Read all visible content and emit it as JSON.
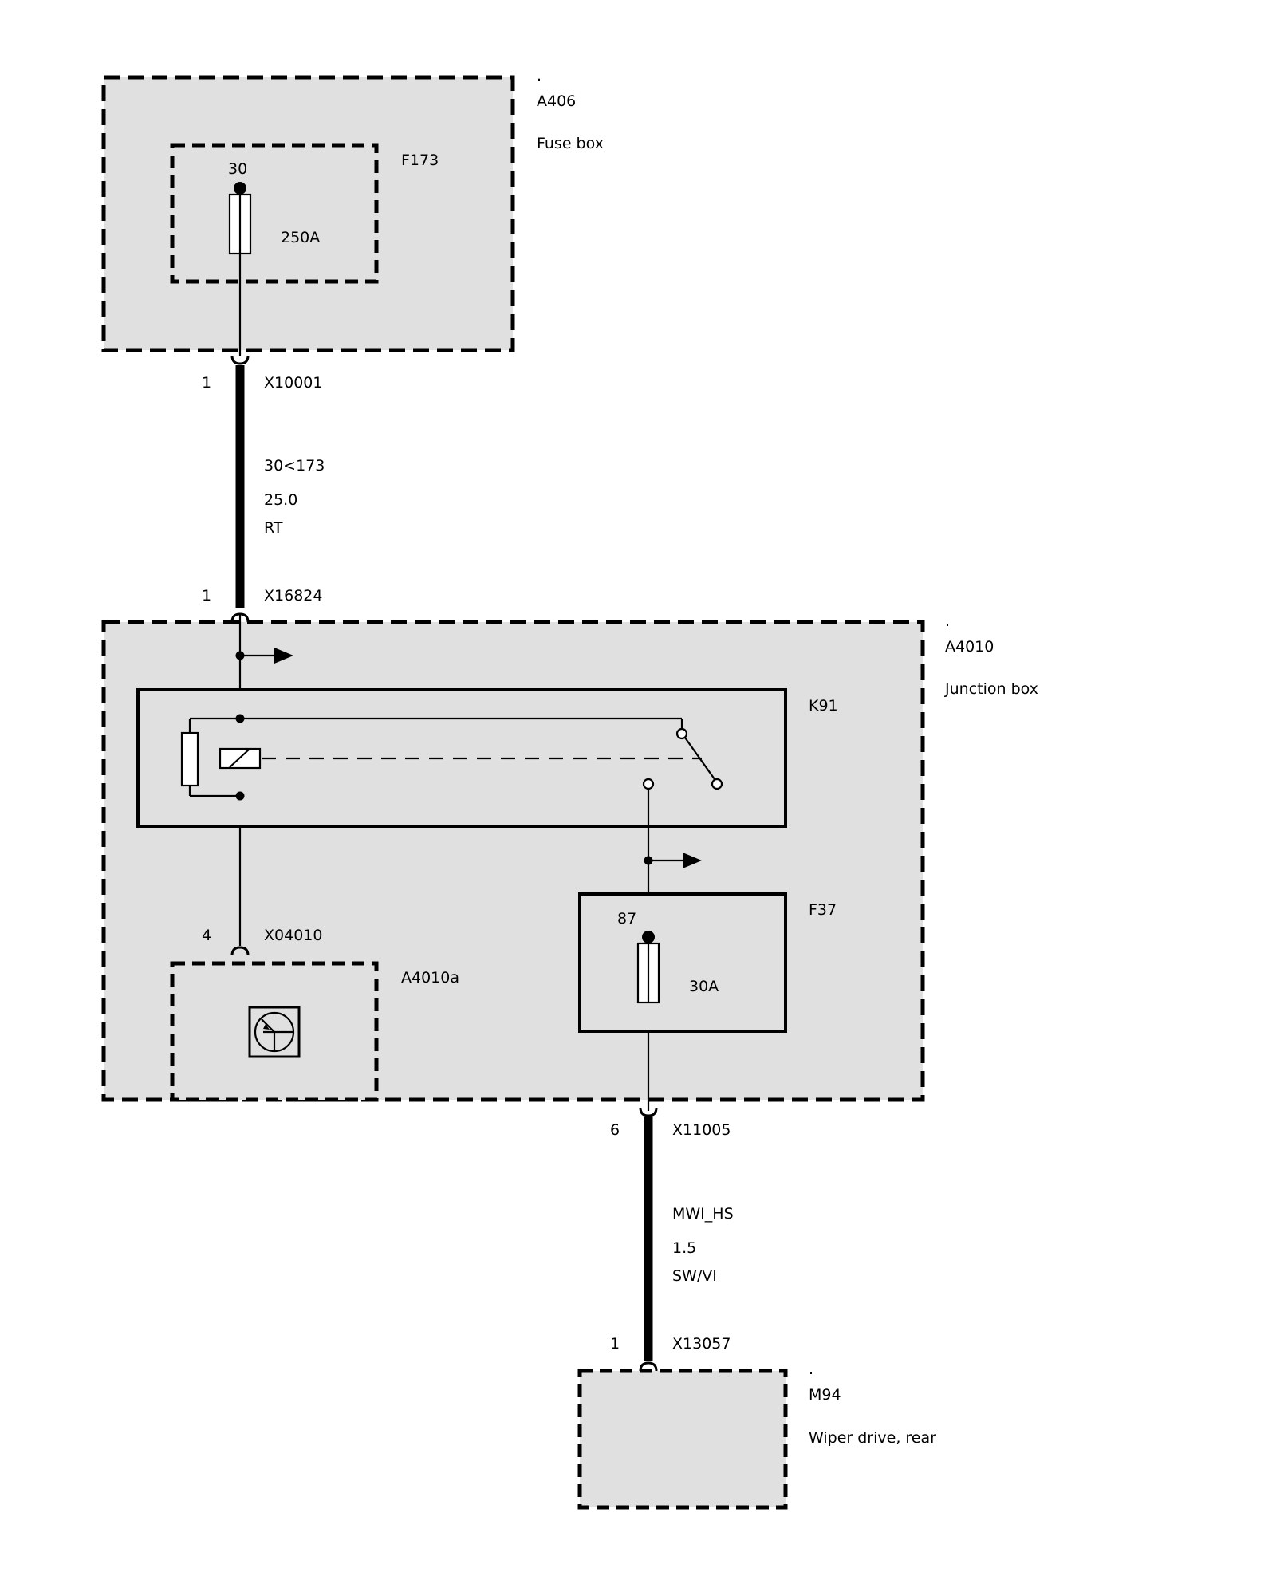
{
  "modules": {
    "a406": {
      "dot": ".",
      "code": "A406",
      "name": "Fuse box"
    },
    "a4010": {
      "dot": ".",
      "code": "A4010",
      "name": "Junction box"
    },
    "m94": {
      "dot": ".",
      "code": "M94",
      "name": "Wiper drive, rear"
    },
    "a4010a": {
      "code": "A4010a"
    }
  },
  "fuses": {
    "f173": {
      "code": "F173",
      "pin": "30",
      "rating": "250A"
    },
    "f37": {
      "code": "F37",
      "pin": "87",
      "rating": "30A"
    }
  },
  "relay": {
    "code": "K91"
  },
  "connectors": {
    "x10001": {
      "pin": "1",
      "code": "X10001"
    },
    "x16824": {
      "pin": "1",
      "code": "X16824"
    },
    "x04010": {
      "pin": "4",
      "code": "X04010"
    },
    "x11005": {
      "pin": "6",
      "code": "X11005"
    },
    "x13057": {
      "pin": "1",
      "code": "X13057"
    }
  },
  "wires": {
    "upper": {
      "signal": "30<173",
      "cross_section": "25.0",
      "color": "RT"
    },
    "lower": {
      "signal": "MWI_HS",
      "cross_section": "1.5",
      "color": "SW/VI"
    }
  }
}
